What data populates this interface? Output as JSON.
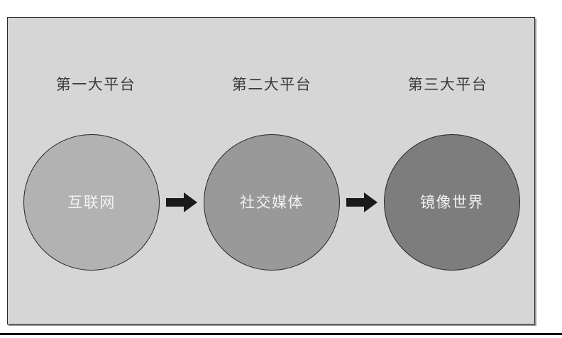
{
  "diagram": {
    "background_color": "#d6d6d6",
    "border_color": "#2b2b2b",
    "arrow_color": "#1a1a1a",
    "label_color": "#3b3b3b",
    "node_text_color": "#f2f2f2",
    "labels": [
      {
        "text": "第一大平台"
      },
      {
        "text": "第二大平台"
      },
      {
        "text": "第三大平台"
      }
    ],
    "nodes": [
      {
        "text": "互联网",
        "fill": "#b2b2b2",
        "name": "node-internet"
      },
      {
        "text": "社交媒体",
        "fill": "#999999",
        "name": "node-social-media"
      },
      {
        "text": "镜像世界",
        "fill": "#7d7d7d",
        "name": "node-mirror-world"
      }
    ],
    "connectors": [
      {
        "icon": "right-block-arrow-icon"
      },
      {
        "icon": "right-block-arrow-icon"
      }
    ]
  }
}
